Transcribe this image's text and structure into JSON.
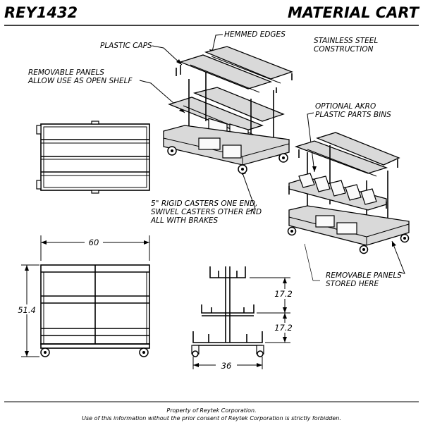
{
  "header": {
    "part_number": "REY1432",
    "title": "MATERIAL CART"
  },
  "callouts": {
    "plastic_caps": "PLASTIC CAPS",
    "hemmed_edges": "HEMMED EDGES",
    "stainless_line1": "STAINLESS STEEL",
    "stainless_line2": "CONSTRUCTION",
    "removable_line1": "REMOVABLE PANELS",
    "removable_line2": "ALLOW USE AS OPEN SHELF",
    "akro_line1": "OPTIONAL AKRO",
    "akro_line2": "PLASTIC PARTS BINS",
    "casters_line1": "5\" RIGID CASTERS ONE END,",
    "casters_line2": "SWIVEL CASTERS OTHER END",
    "casters_line3": "ALL WITH BRAKES",
    "stored_line1": "REMOVABLE PANELS",
    "stored_line2": "STORED HERE"
  },
  "dimensions": {
    "width": "60",
    "height": "51.4",
    "shelf_spacing_upper": "17.2",
    "shelf_spacing_lower": "17.2",
    "depth": "36"
  },
  "footer": {
    "line1": "Property of Reytek Corporation.",
    "line2": "Use of this information without the prior consent of Reytek Corporation is strictly forbidden."
  }
}
